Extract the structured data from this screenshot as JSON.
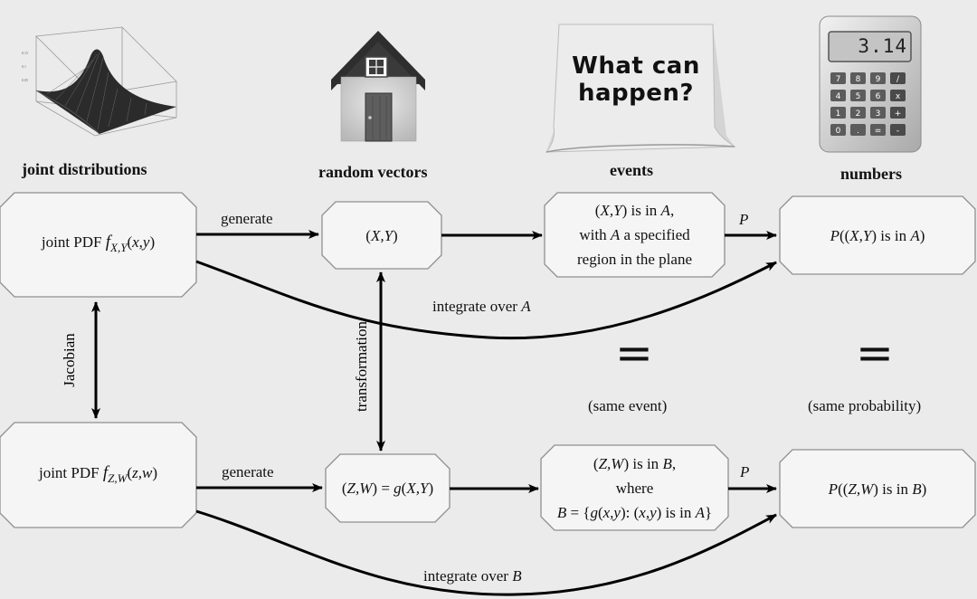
{
  "columns": {
    "col1": "joint distributions",
    "col2": "random vectors",
    "col3": "events",
    "col4": "numbers"
  },
  "note_card": {
    "line1": "What can",
    "line2": "happen?"
  },
  "calculator": {
    "display": "3.14",
    "keys": [
      "7",
      "8",
      "9",
      "/",
      "4",
      "5",
      "6",
      "x",
      "1",
      "2",
      "3",
      "+",
      "0",
      ".",
      "=",
      "-"
    ]
  },
  "boxes": {
    "pdf_xy": "joint PDF f_{X,Y}(x,y)",
    "vec_xy": "(X,Y)",
    "event_a": [
      "(X,Y) is in A,",
      "with A a specified",
      "region in the plane"
    ],
    "prob_a": "P((X,Y) is in A)",
    "pdf_zw": "joint PDF f_{Z,W}(z,w)",
    "vec_zw": "(Z,W) = g(X,Y)",
    "event_b": [
      "(Z,W) is in B,",
      "where",
      "B = {g(x,y): (x,y) is in A}"
    ],
    "prob_b": "P((Z,W) is in B)"
  },
  "arrows": {
    "generate_top": "generate",
    "generate_bottom": "generate",
    "p_top": "P",
    "p_bottom": "P",
    "integrate_a": "integrate over A",
    "integrate_b": "integrate over B",
    "jacobian": "Jacobian",
    "transformation": "transformation"
  },
  "equals": {
    "symbol": "=",
    "same_event": "(same event)",
    "same_probability": "(same probability)"
  }
}
